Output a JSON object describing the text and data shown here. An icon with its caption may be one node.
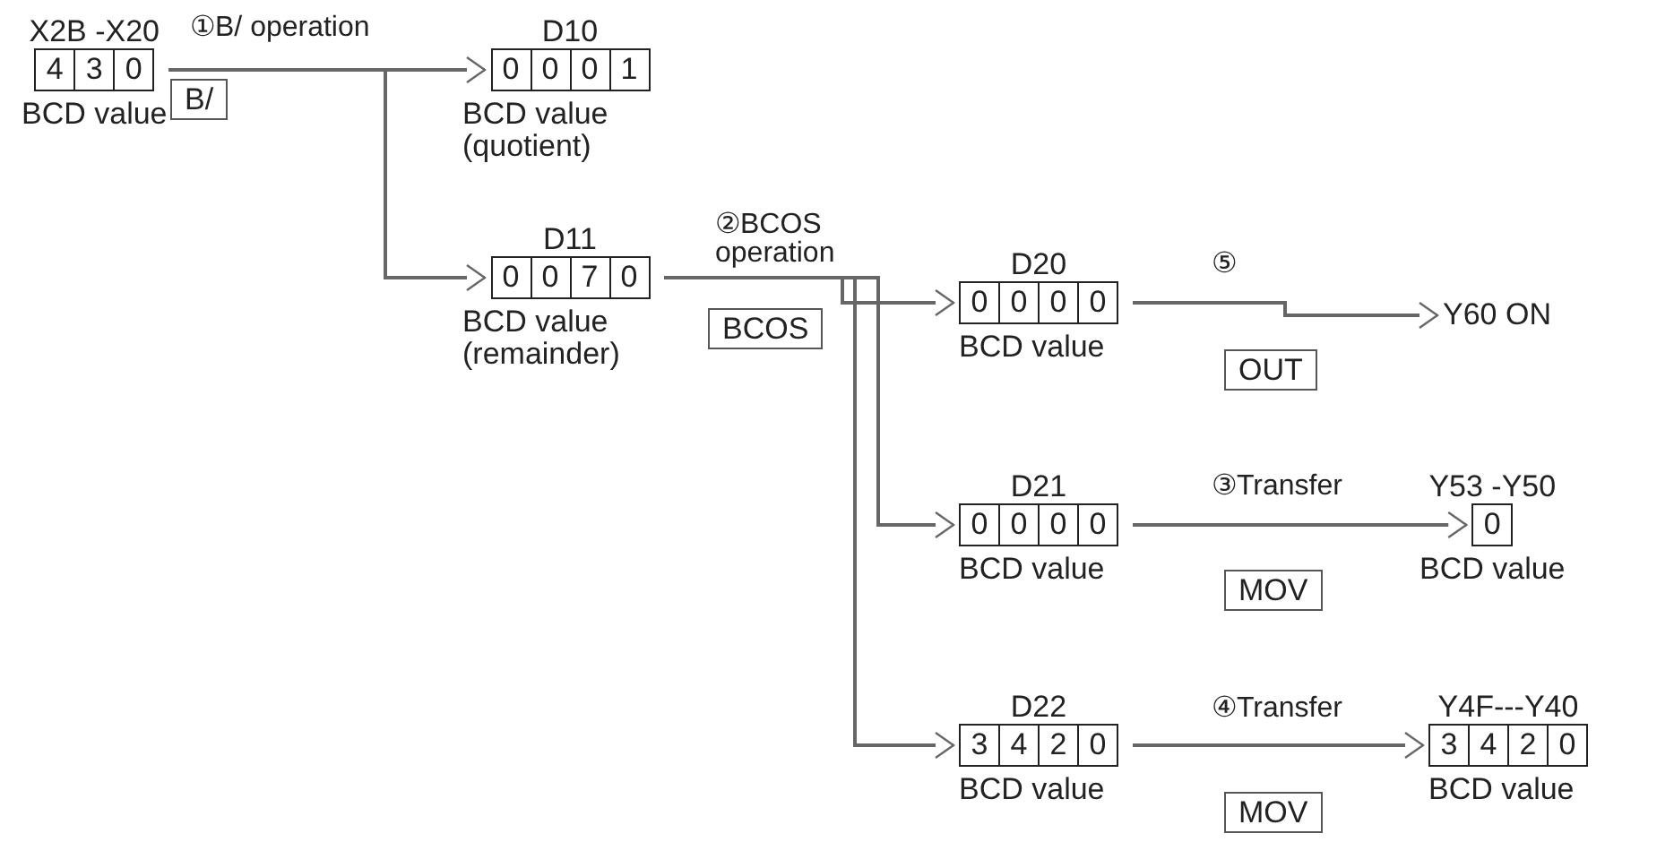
{
  "diagram": {
    "nodes": [
      {
        "text": [
          "X2B -X20",
          "4",
          "3",
          "0"
        ],
        "beside": [
          "BCD value"
        ]
      },
      {
        "text": [
          "B/"
        ]
      },
      {
        "text": [
          "D10",
          "0",
          "0",
          "0",
          "1"
        ],
        "beside": [
          "BCD value (quotient)"
        ]
      },
      {
        "text": [
          "D11",
          "0",
          "0",
          "7",
          "0"
        ],
        "beside": [
          "BCD value (remainder)"
        ]
      },
      {
        "text": [
          "BCOS"
        ]
      },
      {
        "text": [
          "D20",
          "0",
          "0",
          "0",
          "0"
        ],
        "beside": [
          "BCD value"
        ]
      },
      {
        "text": [
          "OUT"
        ]
      },
      {
        "text": [
          "Y60 ON"
        ]
      },
      {
        "text": [
          "D21",
          "0",
          "0",
          "0",
          "0"
        ],
        "beside": [
          "BCD value"
        ]
      },
      {
        "text": [
          "MOV"
        ]
      },
      {
        "text": [
          "Y53 -Y50",
          "0"
        ],
        "beside": [
          "BCD value"
        ]
      },
      {
        "text": [
          "D22",
          "3",
          "4",
          "2",
          "0"
        ],
        "beside": [
          "BCD value"
        ]
      },
      {
        "text": [
          "MOV"
        ]
      },
      {
        "text": [
          "Y4F---Y40",
          "3",
          "4",
          "2",
          "0"
        ],
        "beside": [
          "BCD value"
        ]
      }
    ],
    "edges": [
      {
        "from": 0,
        "to": 2,
        "arrow": "to",
        "label": "①B/ operation"
      },
      {
        "from": 0,
        "to": 3,
        "arrow": "to"
      },
      {
        "from": 3,
        "to": 5,
        "arrow": "to",
        "label": "②BCOS operation"
      },
      {
        "from": 3,
        "to": 8,
        "arrow": "to"
      },
      {
        "from": 3,
        "to": 11,
        "arrow": "to"
      },
      {
        "from": 5,
        "to": 7,
        "arrow": "to",
        "label": "⑤"
      },
      {
        "from": 8,
        "to": 10,
        "arrow": "to",
        "label": "③Transfer"
      },
      {
        "from": 11,
        "to": 13,
        "arrow": "to",
        "label": "④Transfer"
      }
    ]
  }
}
